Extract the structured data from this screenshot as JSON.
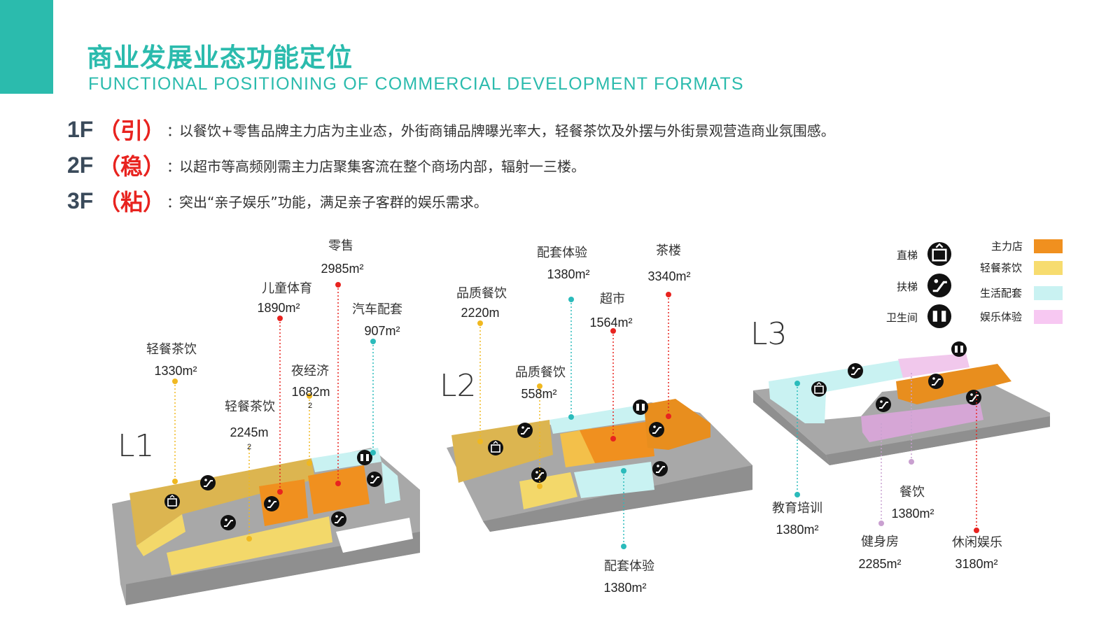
{
  "header": {
    "title": "商业发展业态功能定位",
    "subtitle": "FUNCTIONAL POSITIONING OF COMMERCIAL DEVELOPMENT FORMATS"
  },
  "floors": [
    {
      "num": "1F",
      "tag": "（引）",
      "colon": "：",
      "text": "以餐饮+零售品牌主力店为主业态，外街商铺品牌曝光率大，轻餐茶饮及外摆与外街景观营造商业氛围感。"
    },
    {
      "num": "2F",
      "tag": "（稳）",
      "colon": "：",
      "text": "以超市等高频刚需主力店聚集客流在整个商场内部，辐射一三楼。"
    },
    {
      "num": "3F",
      "tag": "（粘）",
      "colon": "：",
      "text": "突出“亲子娱乐”功能，满足亲子客群的娱乐需求。"
    }
  ],
  "levels": {
    "l1": "L1",
    "l2": "L2",
    "l3": "L3"
  },
  "colors": {
    "accent": "#2bbbad",
    "anchor": "#f0901f",
    "light_food": "#f7dc6f",
    "living": "#c9f2f2",
    "entertainment": "#f7c8f2",
    "red": "#e8231f",
    "plan_gray": "#a9a9a9"
  },
  "legend": {
    "facilities": [
      {
        "label": "直梯",
        "icon": "elevator-icon"
      },
      {
        "label": "扶梯",
        "icon": "escalator-icon"
      },
      {
        "label": "卫生间",
        "icon": "restroom-icon"
      }
    ],
    "categories": [
      {
        "label": "主力店",
        "color": "#f0901f"
      },
      {
        "label": "轻餐茶饮",
        "color": "#f7dc6f"
      },
      {
        "label": "生活配套",
        "color": "#c9f2f2"
      },
      {
        "label": "娱乐体验",
        "color": "#f7c8f2"
      }
    ]
  },
  "callouts": {
    "l1": [
      {
        "name": "轻餐茶饮",
        "area": "1330m²",
        "color": "#f0b820"
      },
      {
        "name": "轻餐茶饮",
        "area": "2245m",
        "area_suffix": "2",
        "color": "#f0b820"
      },
      {
        "name": "儿童体育",
        "area": "1890m²",
        "color": "#e8231f"
      },
      {
        "name": "夜经济",
        "area": "1682m",
        "area_suffix": "2",
        "color": "#f0b820"
      },
      {
        "name": "零售",
        "area": "2985m²",
        "color": "#e8231f"
      },
      {
        "name": "汽车配套",
        "area": "907m²",
        "color": "#2bbbbb"
      }
    ],
    "l2": [
      {
        "name": "品质餐饮",
        "area": "2220m",
        "color": "#f0b820"
      },
      {
        "name": "品质餐饮",
        "area": "558m²",
        "color": "#f0b820"
      },
      {
        "name": "配套体验",
        "area": "1380m²",
        "color": "#2bbbbb"
      },
      {
        "name": "超市",
        "area": "1564m²",
        "color": "#e8231f"
      },
      {
        "name": "茶楼",
        "area": "3340m²",
        "color": "#e8231f"
      },
      {
        "name": "配套体验",
        "area": "1380m²",
        "color": "#2bbbbb"
      }
    ],
    "l3": [
      {
        "name": "教育培训",
        "area": "1380m²",
        "color": "#2bbbbb"
      },
      {
        "name": "餐饮",
        "area": "1380m²",
        "color": "#c9a0d0"
      },
      {
        "name": "健身房",
        "area": "2285m²",
        "color": "#c9a0d0"
      },
      {
        "name": "休闲娱乐",
        "area": "3180m²",
        "color": "#e8231f"
      }
    ]
  }
}
